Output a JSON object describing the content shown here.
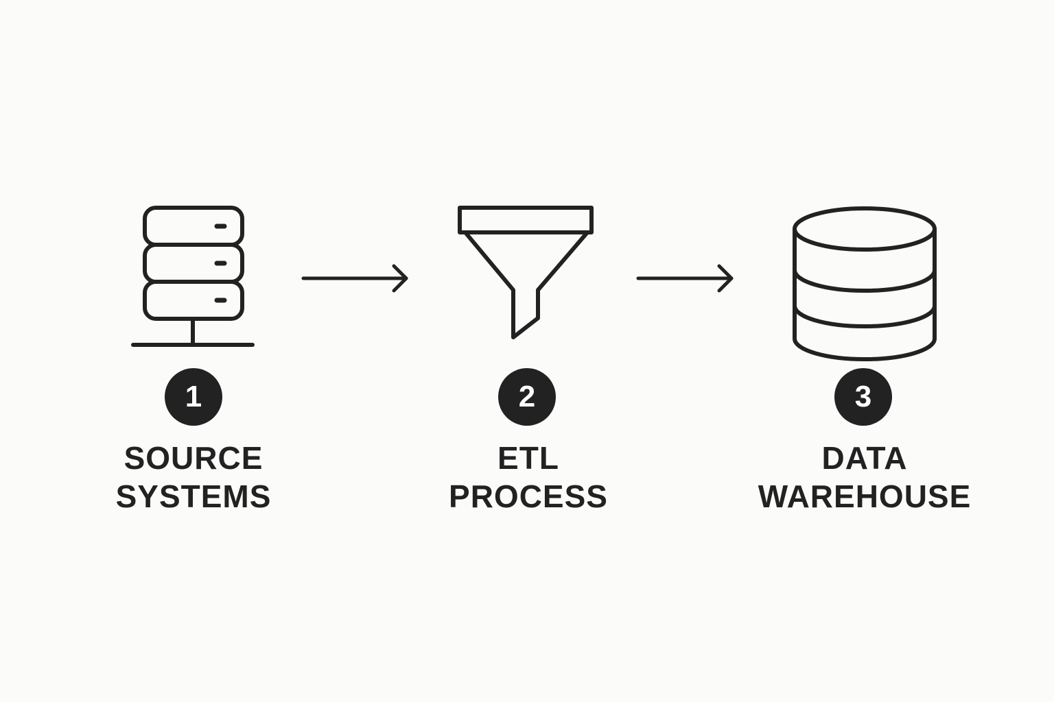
{
  "colors": {
    "background": "#fbfbf9",
    "ink": "#222222",
    "badge_text": "#ffffff"
  },
  "steps": [
    {
      "number": "1",
      "icon": "server-rack-icon",
      "label_line1": "SOURCE",
      "label_line2": "SYSTEMS"
    },
    {
      "number": "2",
      "icon": "funnel-icon",
      "label_line1": "ETL",
      "label_line2": "PROCESS"
    },
    {
      "number": "3",
      "icon": "database-icon",
      "label_line1": "DATA",
      "label_line2": "WAREHOUSE"
    }
  ],
  "connectors": [
    {
      "icon": "arrow-right-icon",
      "from": "1",
      "to": "2"
    },
    {
      "icon": "arrow-right-icon",
      "from": "2",
      "to": "3"
    }
  ]
}
